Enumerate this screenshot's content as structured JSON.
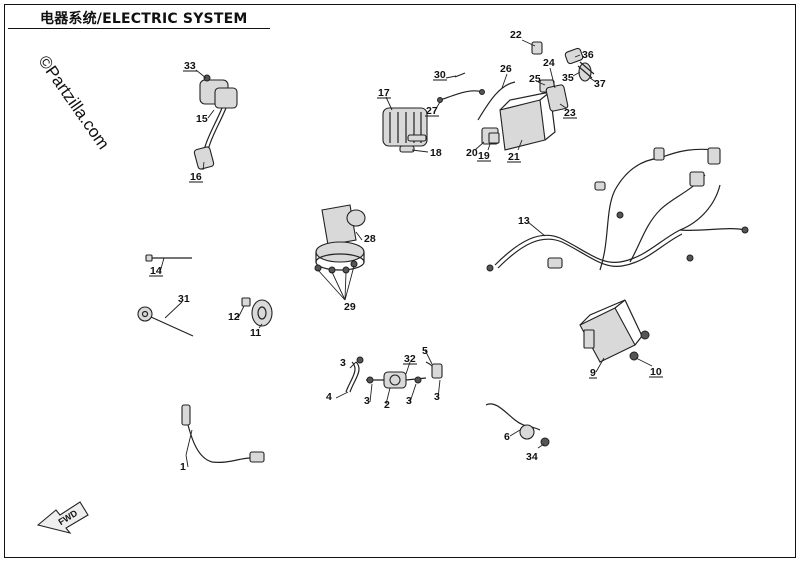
{
  "header": {
    "title": "电器系统/ELECTRIC SYSTEM"
  },
  "watermark": {
    "text": "©Partzilla.com"
  },
  "fwd_arrow": {
    "label": "FWD"
  },
  "callouts": [
    {
      "id": "c1",
      "text": "1"
    },
    {
      "id": "c2",
      "text": "2"
    },
    {
      "id": "c3a",
      "text": "3"
    },
    {
      "id": "c3b",
      "text": "3"
    },
    {
      "id": "c3c",
      "text": "3"
    },
    {
      "id": "c3d",
      "text": "3"
    },
    {
      "id": "c4",
      "text": "4"
    },
    {
      "id": "c5",
      "text": "5"
    },
    {
      "id": "c6",
      "text": "6"
    },
    {
      "id": "c9",
      "text": "9"
    },
    {
      "id": "c10",
      "text": "10"
    },
    {
      "id": "c11",
      "text": "11"
    },
    {
      "id": "c12",
      "text": "12"
    },
    {
      "id": "c13",
      "text": "13"
    },
    {
      "id": "c14",
      "text": "14"
    },
    {
      "id": "c15",
      "text": "15"
    },
    {
      "id": "c16",
      "text": "16"
    },
    {
      "id": "c17",
      "text": "17"
    },
    {
      "id": "c18",
      "text": "18"
    },
    {
      "id": "c19",
      "text": "19"
    },
    {
      "id": "c20",
      "text": "20"
    },
    {
      "id": "c21",
      "text": "21"
    },
    {
      "id": "c22",
      "text": "22"
    },
    {
      "id": "c23",
      "text": "23"
    },
    {
      "id": "c24",
      "text": "24"
    },
    {
      "id": "c25",
      "text": "25"
    },
    {
      "id": "c26",
      "text": "26"
    },
    {
      "id": "c27",
      "text": "27"
    },
    {
      "id": "c28",
      "text": "28"
    },
    {
      "id": "c29",
      "text": "29"
    },
    {
      "id": "c30",
      "text": "30"
    },
    {
      "id": "c31",
      "text": "31"
    },
    {
      "id": "c32",
      "text": "32"
    },
    {
      "id": "c33",
      "text": "33"
    },
    {
      "id": "c34",
      "text": "34"
    },
    {
      "id": "c35",
      "text": "35"
    },
    {
      "id": "c36",
      "text": "36"
    },
    {
      "id": "c37",
      "text": "37"
    }
  ]
}
